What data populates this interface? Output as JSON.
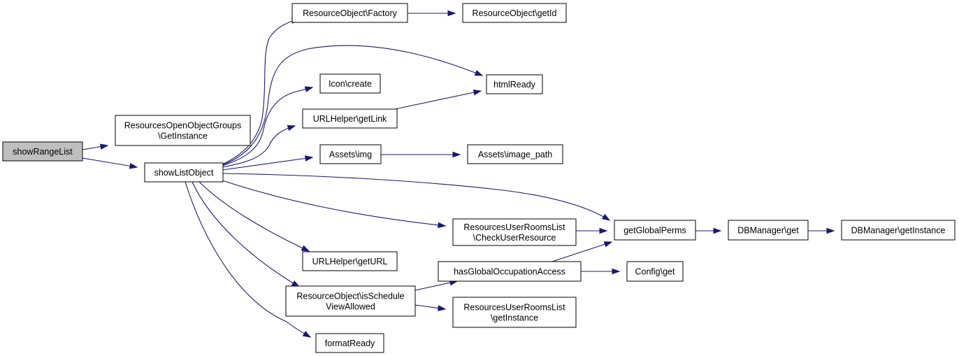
{
  "diagram": {
    "type": "call-graph",
    "colors": {
      "edge": "#191970",
      "node_fill": "#ffffff",
      "root_fill": "#bfbfbf",
      "node_stroke": "#000000"
    },
    "nodes": [
      {
        "id": "showRangeList",
        "lines": [
          "showRangeList"
        ],
        "root": true
      },
      {
        "id": "ResOpenObjGroups",
        "lines": [
          "ResourcesOpenObjectGroups",
          "\\GetInstance"
        ]
      },
      {
        "id": "showListObject",
        "lines": [
          "showListObject"
        ]
      },
      {
        "id": "ResFactory",
        "lines": [
          "ResourceObject\\Factory"
        ]
      },
      {
        "id": "ResGetId",
        "lines": [
          "ResourceObject\\getId"
        ]
      },
      {
        "id": "htmlReady",
        "lines": [
          "htmlReady"
        ]
      },
      {
        "id": "IconCreate",
        "lines": [
          "Icon\\create"
        ]
      },
      {
        "id": "URLHelperGetLink",
        "lines": [
          "URLHelper\\getLink"
        ]
      },
      {
        "id": "AssetsImg",
        "lines": [
          "Assets\\img"
        ]
      },
      {
        "id": "AssetsImagePath",
        "lines": [
          "Assets\\image_path"
        ]
      },
      {
        "id": "CheckUserResource",
        "lines": [
          "ResourcesUserRoomsList",
          "\\CheckUserResource"
        ]
      },
      {
        "id": "getGlobalPerms",
        "lines": [
          "getGlobalPerms"
        ]
      },
      {
        "id": "DBManagerGet",
        "lines": [
          "DBManager\\get"
        ]
      },
      {
        "id": "DBManagerGetInstance",
        "lines": [
          "DBManager\\getInstance"
        ]
      },
      {
        "id": "URLHelperGetURL",
        "lines": [
          "URLHelper\\getURL"
        ]
      },
      {
        "id": "hasGlobalOccupationAccess",
        "lines": [
          "hasGlobalOccupationAccess"
        ]
      },
      {
        "id": "ConfigGet",
        "lines": [
          "Config\\get"
        ]
      },
      {
        "id": "isScheduleViewAllowed",
        "lines": [
          "ResourceObject\\isSchedule",
          "ViewAllowed"
        ]
      },
      {
        "id": "RURLGetInstance",
        "lines": [
          "ResourcesUserRoomsList",
          "\\getInstance"
        ]
      },
      {
        "id": "formatReady",
        "lines": [
          "formatReady"
        ]
      }
    ],
    "edges": [
      {
        "from": "showRangeList",
        "to": "ResOpenObjGroups"
      },
      {
        "from": "showRangeList",
        "to": "showListObject"
      },
      {
        "from": "showListObject",
        "to": "ResFactory"
      },
      {
        "from": "showListObject",
        "to": "htmlReady"
      },
      {
        "from": "showListObject",
        "to": "IconCreate"
      },
      {
        "from": "showListObject",
        "to": "URLHelperGetLink"
      },
      {
        "from": "showListObject",
        "to": "AssetsImg"
      },
      {
        "from": "showListObject",
        "to": "getGlobalPerms"
      },
      {
        "from": "showListObject",
        "to": "CheckUserResource"
      },
      {
        "from": "showListObject",
        "to": "URLHelperGetURL"
      },
      {
        "from": "showListObject",
        "to": "isScheduleViewAllowed"
      },
      {
        "from": "showListObject",
        "to": "formatReady"
      },
      {
        "from": "ResFactory",
        "to": "ResGetId"
      },
      {
        "from": "URLHelperGetLink",
        "to": "htmlReady"
      },
      {
        "from": "AssetsImg",
        "to": "AssetsImagePath"
      },
      {
        "from": "CheckUserResource",
        "to": "getGlobalPerms"
      },
      {
        "from": "getGlobalPerms",
        "to": "DBManagerGet"
      },
      {
        "from": "DBManagerGet",
        "to": "DBManagerGetInstance"
      },
      {
        "from": "hasGlobalOccupationAccess",
        "to": "getGlobalPerms"
      },
      {
        "from": "hasGlobalOccupationAccess",
        "to": "ConfigGet"
      },
      {
        "from": "isScheduleViewAllowed",
        "to": "hasGlobalOccupationAccess"
      },
      {
        "from": "isScheduleViewAllowed",
        "to": "RURLGetInstance"
      }
    ]
  }
}
